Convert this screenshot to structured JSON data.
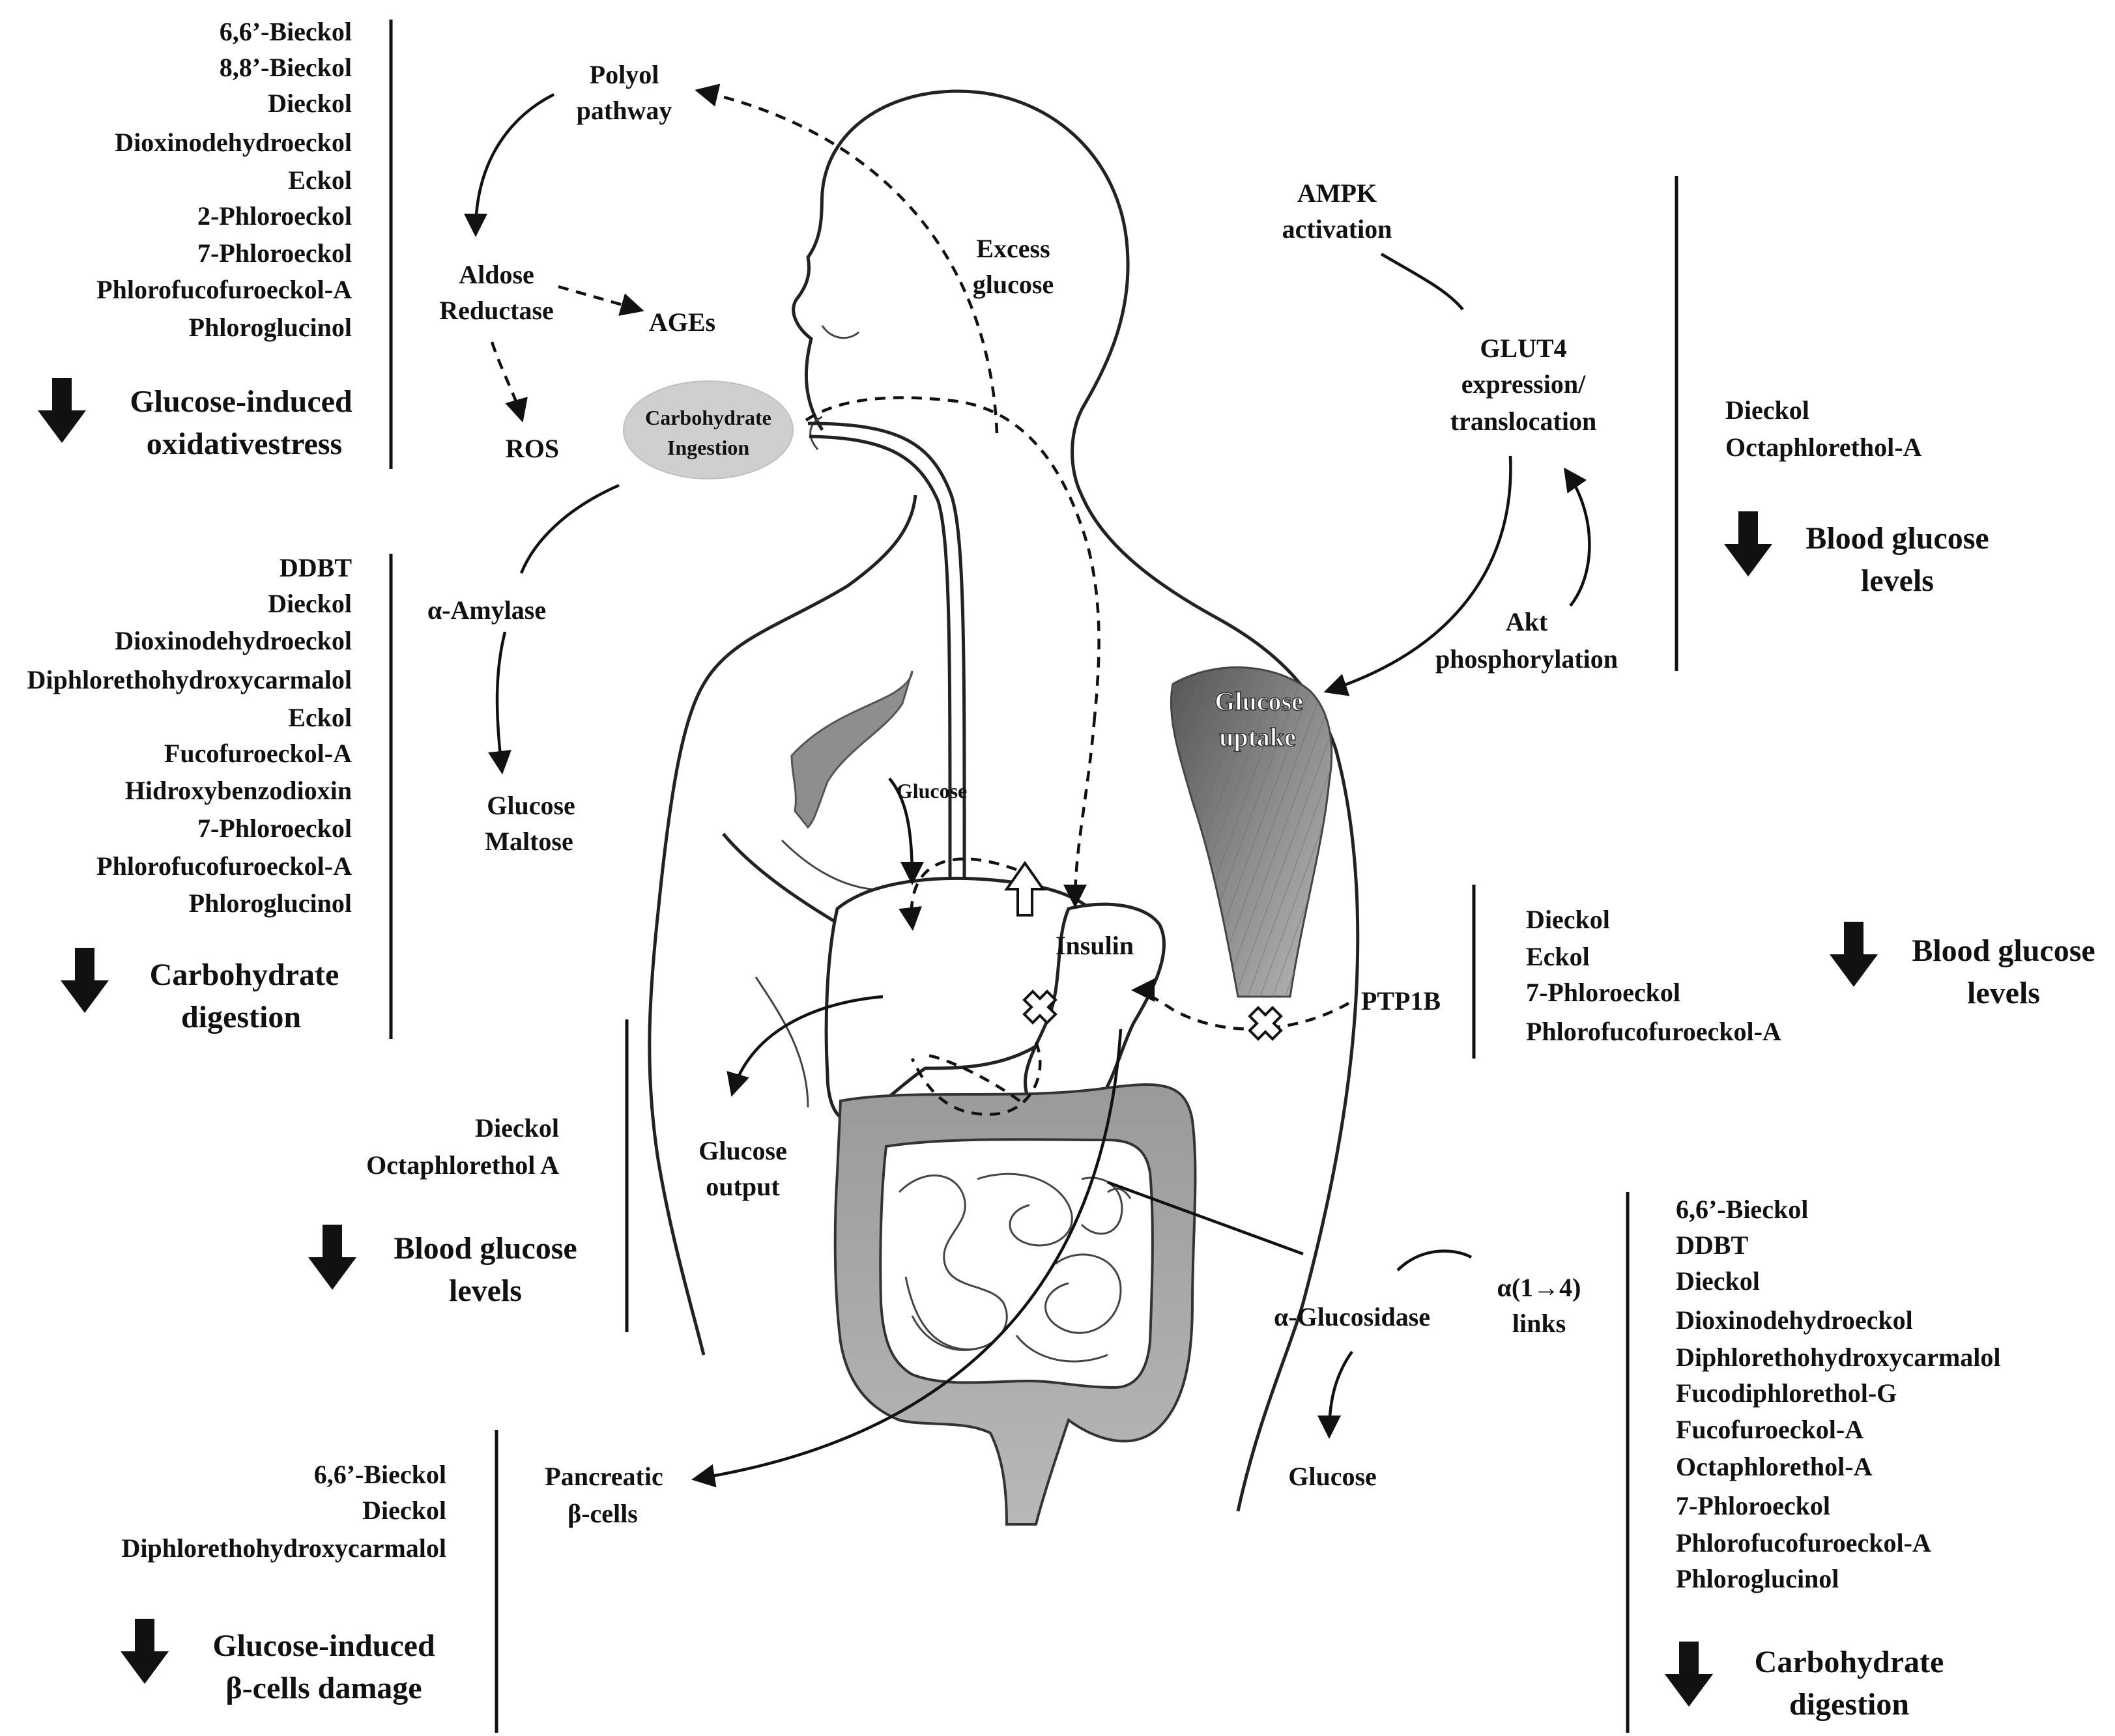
{
  "compounds": {
    "oxidative": [
      "6,6’-Bieckol",
      "8,8’-Bieckol",
      "Dieckol",
      "Dioxinodehydroeckol",
      "Eckol",
      "2-Phloroeckol",
      "7-Phloroeckol",
      "Phlorofucofuroeckol-A",
      "Phloroglucinol"
    ],
    "carb_left": [
      "DDBT",
      "Dieckol",
      "Dioxinodehydroeckol",
      "Diphlorethohydroxycarmalol",
      "Eckol",
      "Fucofuroeckol-A",
      "Hidroxybenzodioxin",
      "7-Phloroeckol",
      "Phlorofucofuroeckol-A",
      "Phloroglucinol"
    ],
    "glucose_left": [
      "Dieckol",
      "Octaphlorethol A"
    ],
    "betacells": [
      "6,6’-Bieckol",
      "Dieckol",
      "Diphlorethohydroxycarmalol"
    ],
    "glut4": [
      "Dieckol",
      "Octaphlorethol-A"
    ],
    "ptp1b": [
      "Dieckol",
      "Eckol",
      "7-Phloroeckol",
      "Phlorofucofuroeckol-A"
    ],
    "glucosidase": [
      "6,6’-Bieckol",
      "DDBT",
      "Dieckol",
      "Dioxinodehydroeckol",
      "Diphlorethohydroxycarmalol",
      "Fucodiphlorethol-G",
      "Fucofuroeckol-A",
      "Octaphlorethol-A",
      "7-Phloroeckol",
      "Phlorofucofuroeckol-A",
      "Phloroglucinol"
    ]
  },
  "effects": {
    "oxidative": [
      "Glucose-induced",
      "oxidativestress"
    ],
    "carb_left": [
      "Carbohydrate",
      "digestion"
    ],
    "glucose_left": [
      "Blood glucose",
      "levels"
    ],
    "betacells": [
      "Glucose-induced",
      "β-cells damage"
    ],
    "glut4": [
      "Blood glucose",
      "levels"
    ],
    "ptp1b": [
      "Blood glucose",
      "levels"
    ],
    "glucosidase": [
      "Carbohydrate",
      "digestion"
    ]
  },
  "labels": {
    "polyol": [
      "Polyol",
      "pathway"
    ],
    "aldose": [
      "Aldose",
      "Reductase"
    ],
    "ages": "AGEs",
    "ros": "ROS",
    "carb_ingestion": [
      "Carbohydrate",
      "Ingestion"
    ],
    "excess_glucose": [
      "Excess",
      "glucose"
    ],
    "amylase": "α-Amylase",
    "glucose_maltose": [
      "Glucose",
      "Maltose"
    ],
    "glucose_small": "Glucose",
    "insulin": "Insulin",
    "glucose_output": [
      "Glucose",
      "output"
    ],
    "pancreatic": [
      "Pancreatic",
      "β-cells"
    ],
    "ampk": [
      "AMPK",
      "activation"
    ],
    "glut4": [
      "GLUT4",
      "expression/",
      "translocation"
    ],
    "akt": [
      "Akt",
      "phosphorylation"
    ],
    "glucose_uptake": [
      "Glucose",
      "uptake"
    ],
    "ptp1b": "PTP1B",
    "glucosidase": "α-Glucosidase",
    "links": [
      "α(1→4)",
      "links"
    ],
    "glucose_bottom": "Glucose"
  }
}
